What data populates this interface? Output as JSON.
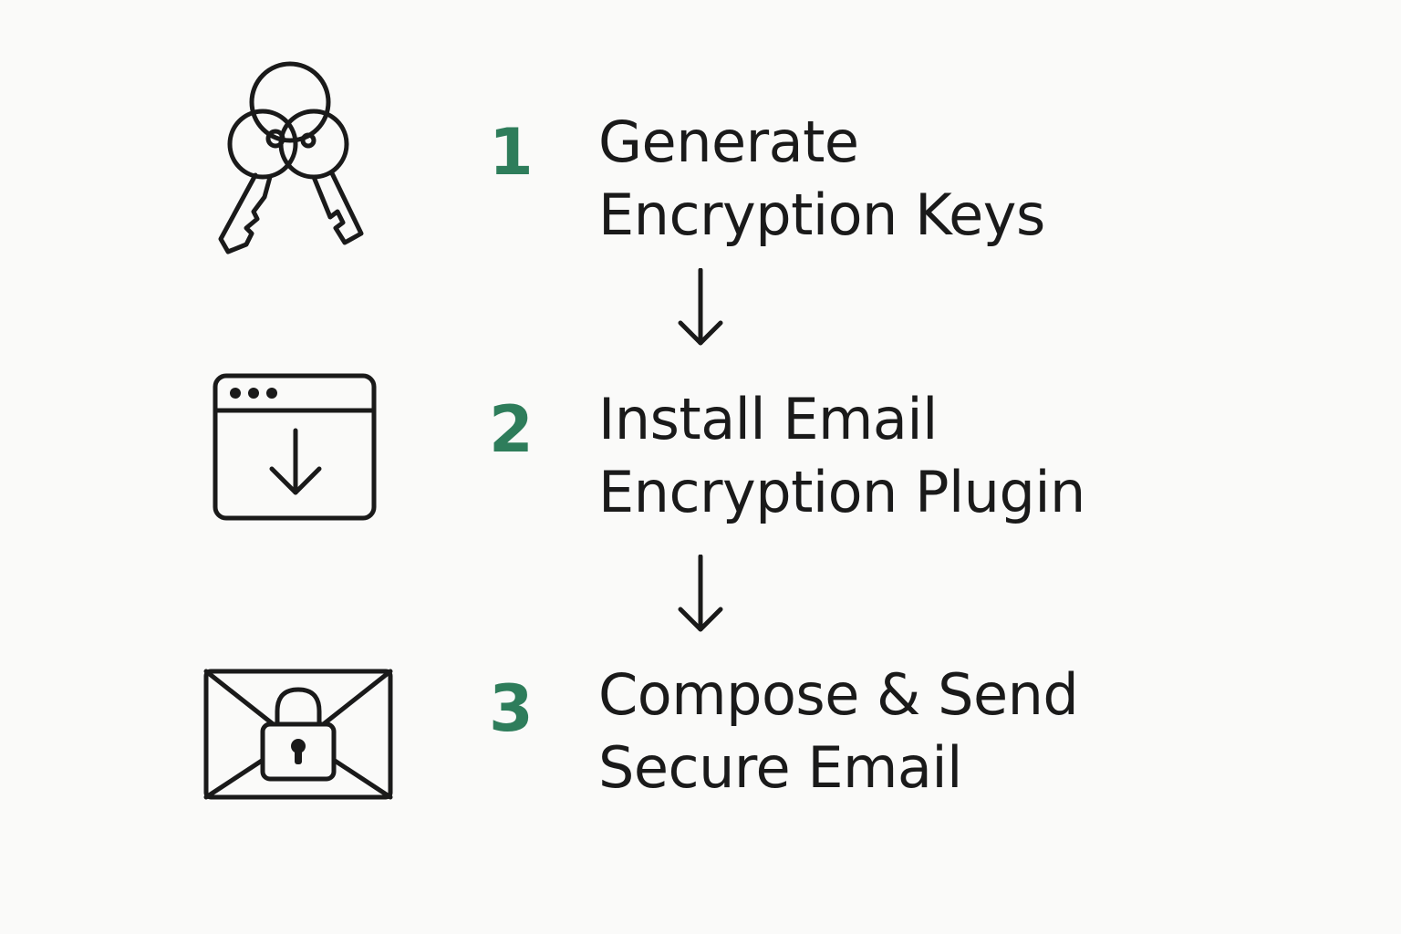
{
  "colors": {
    "accent": "#2e7d5b",
    "text": "#1a1a1a",
    "background": "#fafaf9"
  },
  "steps": [
    {
      "number": "1",
      "icon": "keys-icon",
      "title_line1": "Generate",
      "title_line2": "Encryption Keys"
    },
    {
      "number": "2",
      "icon": "browser-download-icon",
      "title_line1": "Install Email",
      "title_line2": "Encryption Plugin"
    },
    {
      "number": "3",
      "icon": "locked-envelope-icon",
      "title_line1": "Compose & Send",
      "title_line2": "Secure Email"
    }
  ],
  "connectors": [
    "down-arrow-icon",
    "down-arrow-icon"
  ]
}
